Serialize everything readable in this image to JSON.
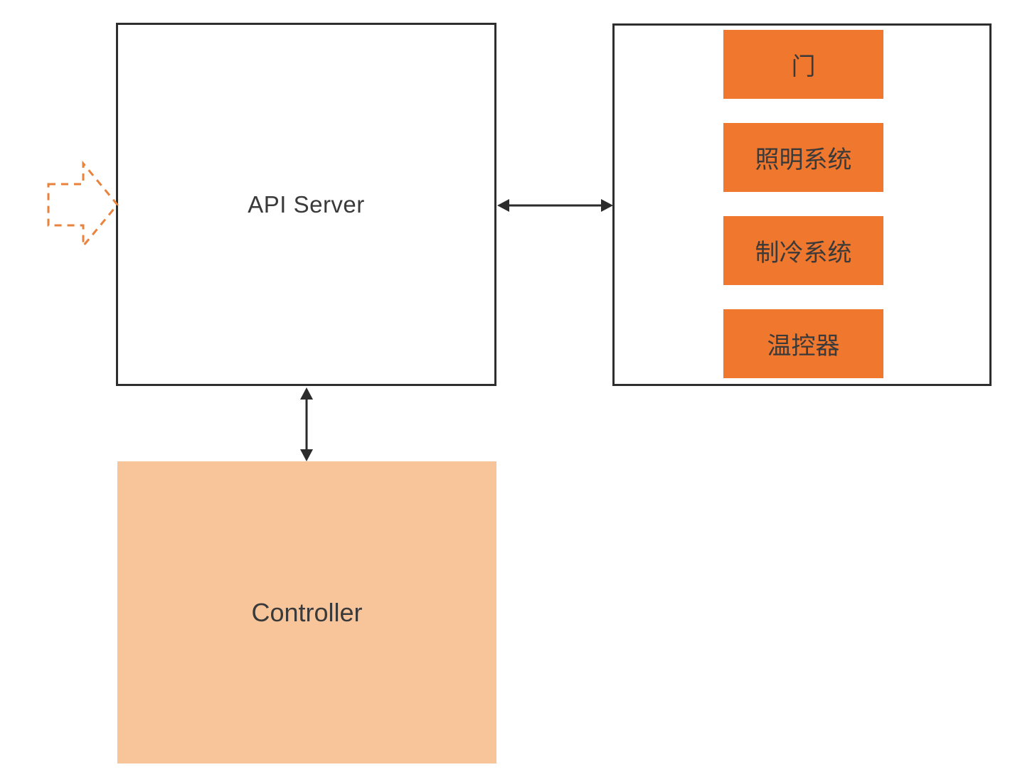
{
  "diagram": {
    "api_server": {
      "label": "API Server"
    },
    "controller": {
      "label": "Controller"
    },
    "devices_panel": {
      "items": [
        {
          "label": "门"
        },
        {
          "label": "照明系统"
        },
        {
          "label": "制冷系统"
        },
        {
          "label": "温控器"
        }
      ]
    }
  },
  "colors": {
    "accent_orange": "#f0772e",
    "accent_peach": "#f8c59b",
    "dashed_orange": "#e8823c",
    "arrow_dark": "#2b2b2b",
    "border_dark": "#2e2e2e",
    "text_dark": "#3a3a3a"
  }
}
